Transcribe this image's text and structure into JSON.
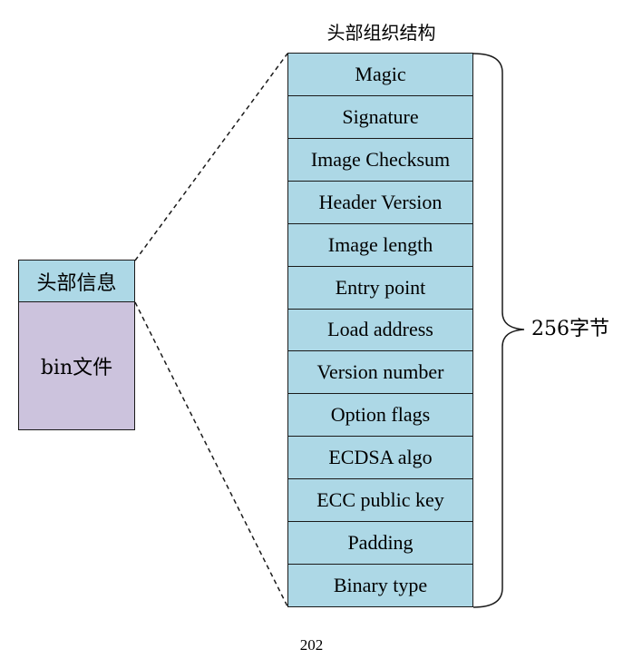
{
  "caption": "头部组织结构",
  "file": {
    "header_label": "头部信息",
    "body_label": "bin文件"
  },
  "header_fields": [
    "Magic",
    "Signature",
    "Image Checksum",
    "Header Version",
    "Image length",
    "Entry point",
    "Load address",
    "Version number",
    "Option flags",
    "ECDSA algo",
    "ECC public key",
    "Padding",
    "Binary type"
  ],
  "size_label": "256字节",
  "page_number": "202",
  "colors": {
    "field_fill": "#add8e6",
    "file_body_fill": "#ccc3dd",
    "outline": "#1a1a1a"
  }
}
